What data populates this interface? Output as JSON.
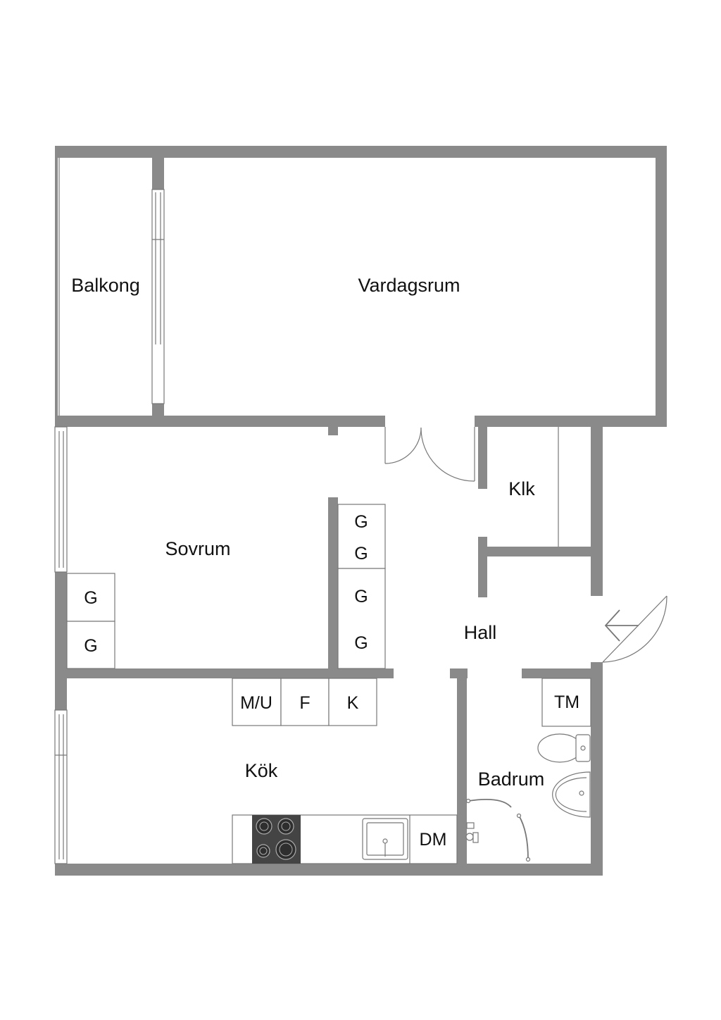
{
  "rooms": {
    "balkong": "Balkong",
    "vardagsrum": "Vardagsrum",
    "sovrum": "Sovrum",
    "klk": "Klk",
    "hall": "Hall",
    "kok": "Kök",
    "badrum": "Badrum"
  },
  "units": {
    "wardrobe": "G",
    "microwave": "M/U",
    "freezer": "F",
    "fridge": "K",
    "dishwasher": "DM",
    "dryer": "TM"
  },
  "colors": {
    "wall": "#8a8a8a",
    "line": "#777777",
    "stove": "#444444",
    "text": "#111111"
  },
  "icons": {
    "entrance": "arrow-left-icon",
    "stove": "stove-icon",
    "sink": "sink-icon",
    "toilet": "toilet-icon",
    "washbasin": "washbasin-icon"
  }
}
